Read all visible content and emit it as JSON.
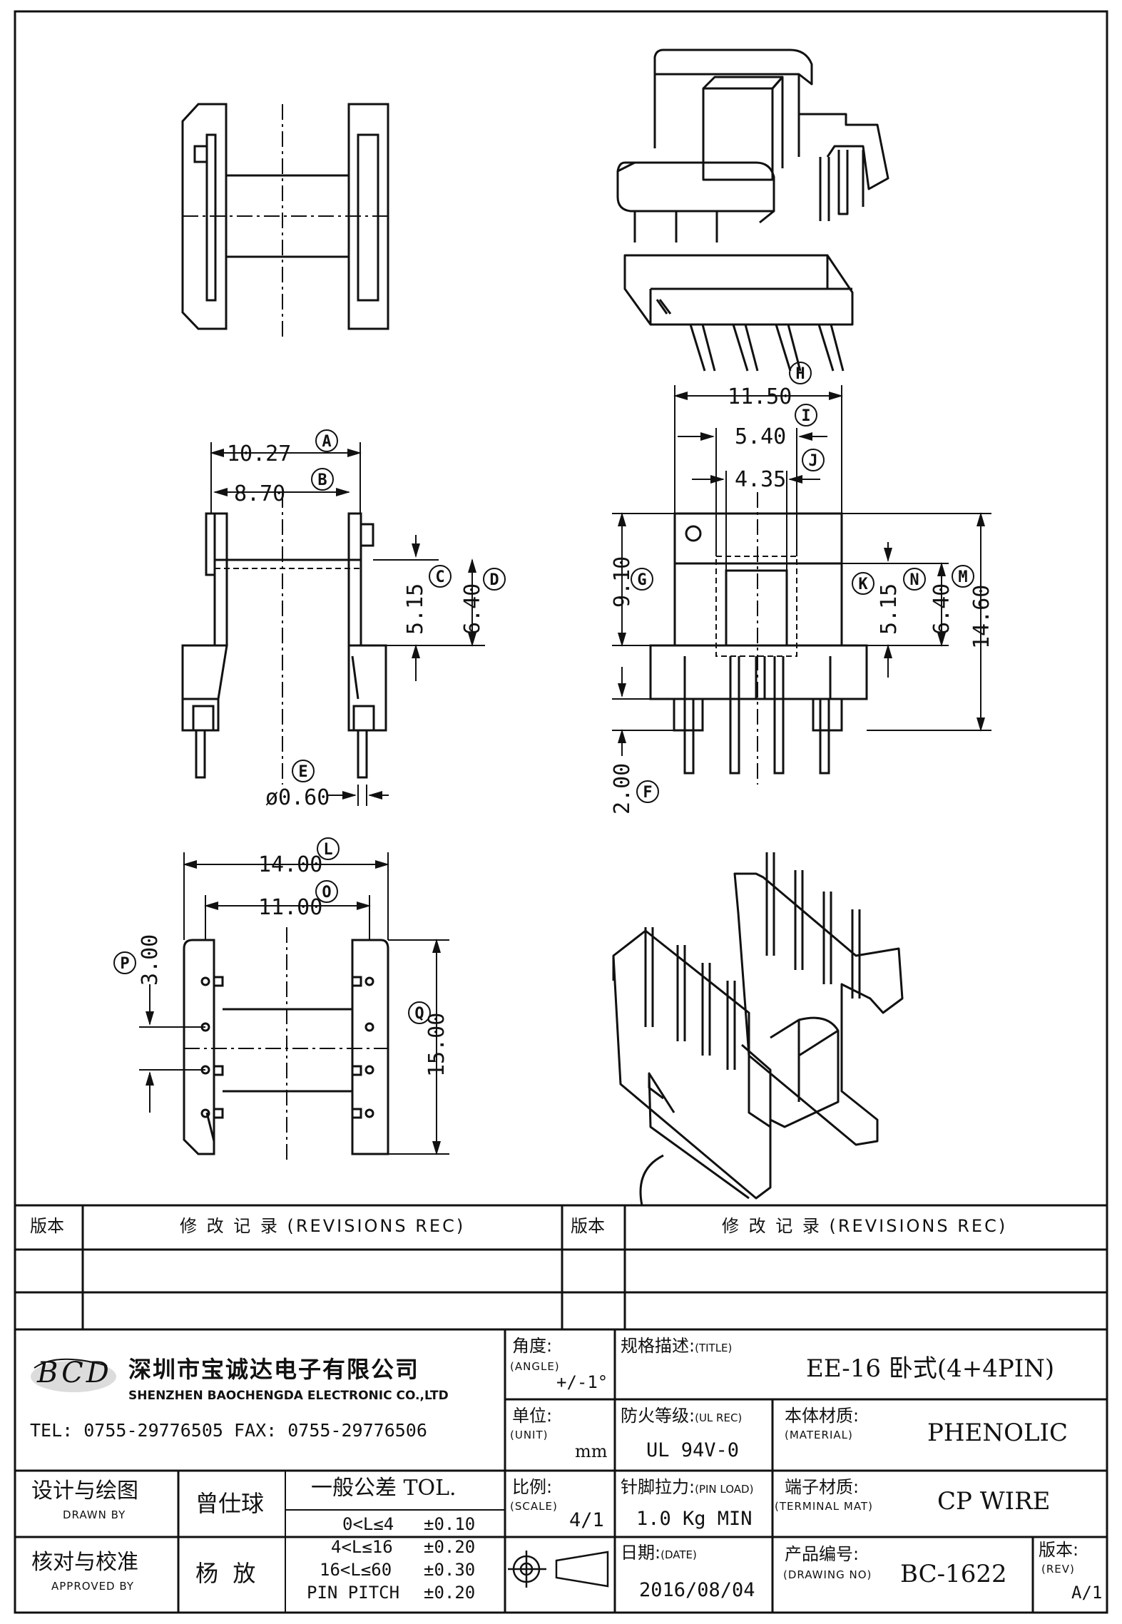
{
  "views": {
    "front": {
      "dim_A": "10.27",
      "dim_B": "8.70",
      "dim_C": "5.15",
      "dim_D": "6.40",
      "dim_E": "ø0.60"
    },
    "side": {
      "dim_H": "11.50",
      "dim_I": "5.40",
      "dim_J": "4.35",
      "dim_G": "9.10",
      "dim_K": "5.15",
      "dim_N": "6.40",
      "dim_M": "14.60",
      "dim_F": "2.00"
    },
    "bottom": {
      "dim_L": "14.00",
      "dim_O": "11.00",
      "dim_P": "3.00",
      "dim_Q": "15.00"
    }
  },
  "balloons": [
    "A",
    "B",
    "C",
    "D",
    "E",
    "F",
    "G",
    "H",
    "I",
    "J",
    "K",
    "L",
    "M",
    "N",
    "O",
    "P",
    "Q"
  ],
  "revision_table": {
    "left_rev": "版本",
    "left_rec": "修 改 记 录  (REVISIONS REC)",
    "right_rev": "版本",
    "right_rec": "修 改 记 录  (REVISIONS REC)"
  },
  "title_block": {
    "logo_text": "BCD",
    "company_cn": "深圳市宝诚达电子有限公司",
    "company_en": "SHENZHEN BAOCHENGDA ELECTRONIC CO.,LTD",
    "tel_fax": "TEL: 0755-29776505  FAX: 0755-29776506",
    "angle_label": "角度:",
    "angle_sub": "(ANGLE)",
    "angle_value": "+/-1°",
    "title_label": "规格描述:",
    "title_sub": "(TITLE)",
    "title_value": "EE-16 卧式(4+4PIN)",
    "unit_label": "单位:",
    "unit_sub": "(UNIT)",
    "unit_value": "mm",
    "ul_label": "防火等级:",
    "ul_sub": "(UL REC)",
    "ul_value": "UL 94V-0",
    "material_label": "本体材质:",
    "material_sub": "(MATERIAL)",
    "material_value": "PHENOLIC",
    "drawn_label": "设计与绘图",
    "drawn_sub": "DRAWN BY",
    "drawn_name": "曾仕球",
    "tol_title": "一般公差  TOL.",
    "tol_rows": [
      {
        "range": "0<L≤4",
        "tol": "±0.10"
      },
      {
        "range": "4<L≤16",
        "tol": "±0.20"
      },
      {
        "range": "16<L≤60",
        "tol": "±0.30"
      },
      {
        "range": "PIN PITCH",
        "tol": "±0.20"
      }
    ],
    "scale_label": "比例:",
    "scale_sub": "(SCALE)",
    "scale_value": "4/1",
    "pin_label": "针脚拉力:",
    "pin_sub": "(PIN LOAD)",
    "pin_value": "1.0 Kg MIN",
    "terminal_label": "端子材质:",
    "terminal_sub": "(TERMINAL MAT)",
    "terminal_value": "CP WIRE",
    "approved_label": "核对与校准",
    "approved_sub": "APPROVED BY",
    "approved_name": "杨  放",
    "date_label": "日期:",
    "date_sub": "(DATE)",
    "date_value": "2016/08/04",
    "dwg_label": "产品编号:",
    "dwg_sub": "(DRAWING NO)",
    "dwg_value": "BC-1622",
    "rev_label": "版本:",
    "rev_sub": "(REV)",
    "rev_value": "A/1"
  }
}
